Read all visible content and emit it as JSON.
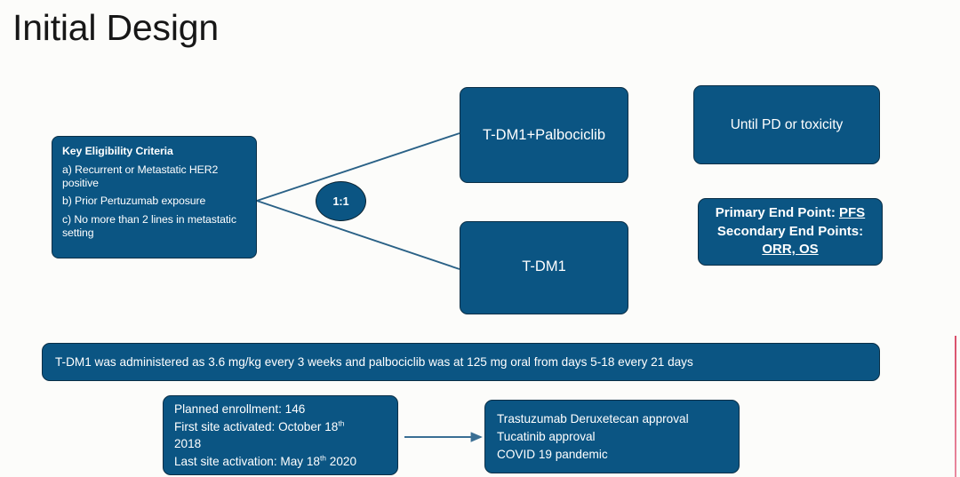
{
  "slide": {
    "title": "Initial Design",
    "background_color": "#fcfcfa",
    "node_fill_color": "#0b5583",
    "node_border_color": "#0a2f47",
    "connector_color": "#2a6186",
    "accent_red": "#d94f6a"
  },
  "criteria": {
    "heading": "Key Eligibility Criteria",
    "items": [
      "a) Recurrent or Metastatic HER2 positive",
      "b) Prior Pertuzumab exposure",
      "c) No more than 2 lines in metastatic setting"
    ]
  },
  "randomization": {
    "label": "1:1"
  },
  "arms": [
    {
      "label": "T-DM1+Palbociclib"
    },
    {
      "label": "T-DM1"
    }
  ],
  "treatment_duration": {
    "label": "Until PD or toxicity"
  },
  "endpoints": {
    "primary_prefix": "Primary End Point: ",
    "primary_value": "PFS",
    "secondary_prefix": "Secondary End Points:",
    "secondary_value": "ORR, OS"
  },
  "dosing": {
    "text": "T-DM1 was administered as 3.6 mg/kg every 3 weeks and palbociclib was at 125 mg oral from days 5-18 every 21 days"
  },
  "enrollment": {
    "lines": [
      "Planned enrollment: 146",
      "First site activated: October 18",
      "2018",
      "Last site activation: May 18"
    ],
    "line2_prefix": "First site activated: October 18",
    "line2_sup": "th",
    "line3": "2018",
    "line4_prefix": "Last site activation: May 18",
    "line4_sup": "th",
    "line4_suffix": " 2020",
    "line1": "Planned enrollment: 146"
  },
  "external_events": {
    "lines": [
      "Trastuzumab Deruxetecan approval",
      "Tucatinib approval",
      "COVID 19 pandemic"
    ]
  }
}
